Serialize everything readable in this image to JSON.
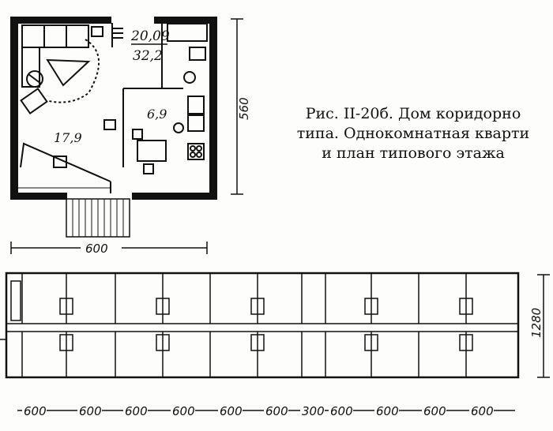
{
  "apartment_plan": {
    "room_labels": {
      "area_fraction_numerator": "20,09",
      "area_fraction_denominator": "32,2",
      "kitchen_area": "6,9",
      "living_room_area": "17,9"
    },
    "width_dimension": "600",
    "height_dimension": "560"
  },
  "caption": {
    "line1": "Рис. II-20б.  Дом коридорно",
    "line2": "типа. Однокомнатная кварти",
    "line3": "и план типового этажа"
  },
  "floor_plan": {
    "height_dimension": "1280",
    "bottom_dimensions": [
      "600",
      "600",
      "600",
      "600",
      "600",
      "600",
      "300",
      "600",
      "600",
      "600",
      "600"
    ]
  }
}
